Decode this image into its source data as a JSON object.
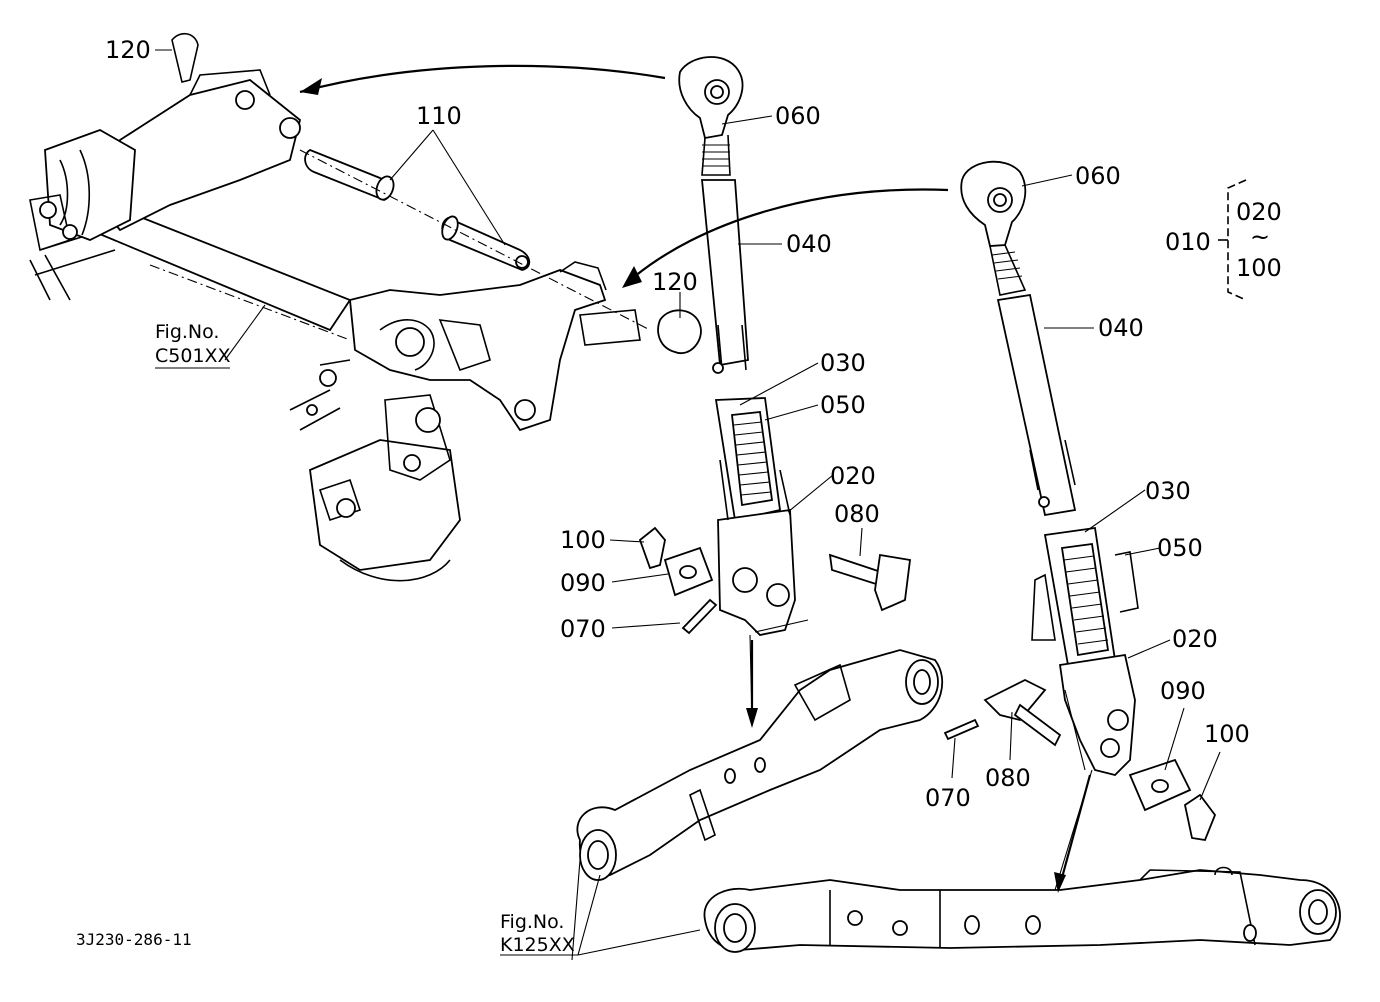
{
  "diagram_id": "3J230-286-11",
  "figure_refs": {
    "left": {
      "line1": "Fig.No.",
      "line2": "C501XX"
    },
    "bottom": {
      "line1": "Fig.No.",
      "line2": "K125XX"
    }
  },
  "range_bracket": {
    "parent": "010",
    "from": "020",
    "tilde": "~",
    "to": "100"
  },
  "labels": {
    "p120_top": "120",
    "p110": "110",
    "p060_a": "060",
    "p040_a": "040",
    "p120_mid": "120",
    "p030_a": "030",
    "p050_a": "050",
    "p020_a": "020",
    "p080_a": "080",
    "p100_a": "100",
    "p090_a": "090",
    "p070_a": "070",
    "p060_b": "060",
    "p040_b": "040",
    "p030_b": "030",
    "p050_b": "050",
    "p020_b": "020",
    "p090_b": "090",
    "p100_b": "100",
    "p070_b": "070",
    "p080_b": "080"
  }
}
